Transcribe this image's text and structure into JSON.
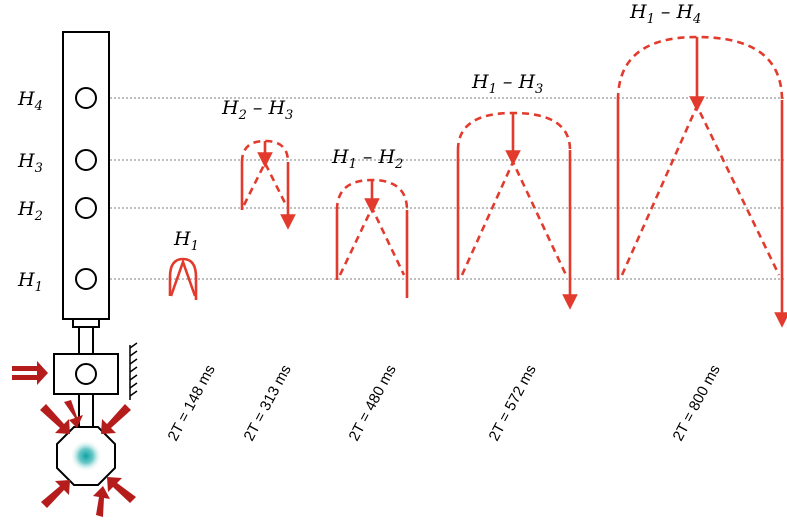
{
  "levels": [
    {
      "name": "H",
      "sub": "4"
    },
    {
      "name": "H",
      "sub": "3"
    },
    {
      "name": "H",
      "sub": "2"
    },
    {
      "name": "H",
      "sub": "1"
    }
  ],
  "fountains": [
    {
      "label_a": "H",
      "sub_a": "1",
      "dash": "",
      "label_b": "",
      "sub_b": "",
      "time": "2T = 148 ms"
    },
    {
      "label_a": "H",
      "sub_a": "2",
      "dash": " – ",
      "label_b": "H",
      "sub_b": "3",
      "time": "2T = 313 ms"
    },
    {
      "label_a": "H",
      "sub_a": "1",
      "dash": " – ",
      "label_b": "H",
      "sub_b": "2",
      "time": "2T = 480 ms"
    },
    {
      "label_a": "H",
      "sub_a": "1",
      "dash": " – ",
      "label_b": "H",
      "sub_b": "3",
      "time": "2T = 572 ms"
    },
    {
      "label_a": "H",
      "sub_a": "1",
      "dash": " – ",
      "label_b": "H",
      "sub_b": "4",
      "time": "2T = 800 ms"
    }
  ],
  "colors": {
    "trajectory": "#e23b2e",
    "laser_arrow": "#b51d1d",
    "atom_cloud": "#0fa3a3"
  }
}
